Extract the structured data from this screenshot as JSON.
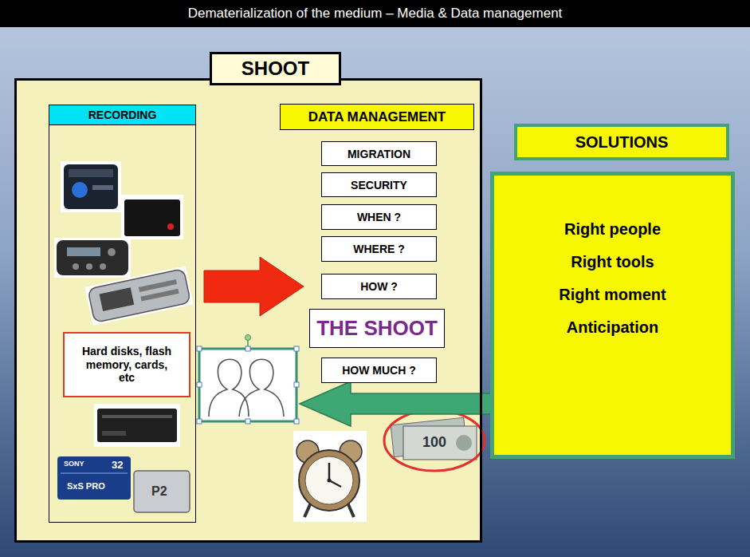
{
  "diagram": {
    "title": "Dematerialization of the medium – Media & Data management",
    "nodes": [
      {
        "text": [
          "SHOOT"
        ]
      },
      {
        "text": [
          "RECORDING"
        ],
        "in": 0
      },
      {
        "text": [
          "Hard disks, flash memory, cards, etc"
        ],
        "in": 1
      },
      {
        "text": [
          "DATA MANAGEMENT"
        ],
        "in": 0
      },
      {
        "text": [
          "MIGRATION"
        ],
        "in": 0
      },
      {
        "text": [
          "SECURITY"
        ],
        "in": 0
      },
      {
        "text": [
          "WHEN ?"
        ],
        "in": 0
      },
      {
        "text": [
          "WHERE ?"
        ],
        "in": 0
      },
      {
        "text": [
          "HOW ?"
        ],
        "in": 0
      },
      {
        "text": [
          "THE SHOOT"
        ],
        "in": 0
      },
      {
        "text": [
          "HOW MUCH ?"
        ],
        "in": 0
      },
      {
        "text": [
          "SOLUTIONS"
        ]
      },
      {
        "text": [
          "Right people",
          "Right tools",
          "Right moment",
          "Anticipation"
        ]
      }
    ],
    "edges": [
      {
        "from": 1,
        "to": 8,
        "arrow": "to"
      }
    ],
    "labels": [
      "SONY",
      "32",
      "SxS PRO",
      "P2",
      "100"
    ]
  }
}
